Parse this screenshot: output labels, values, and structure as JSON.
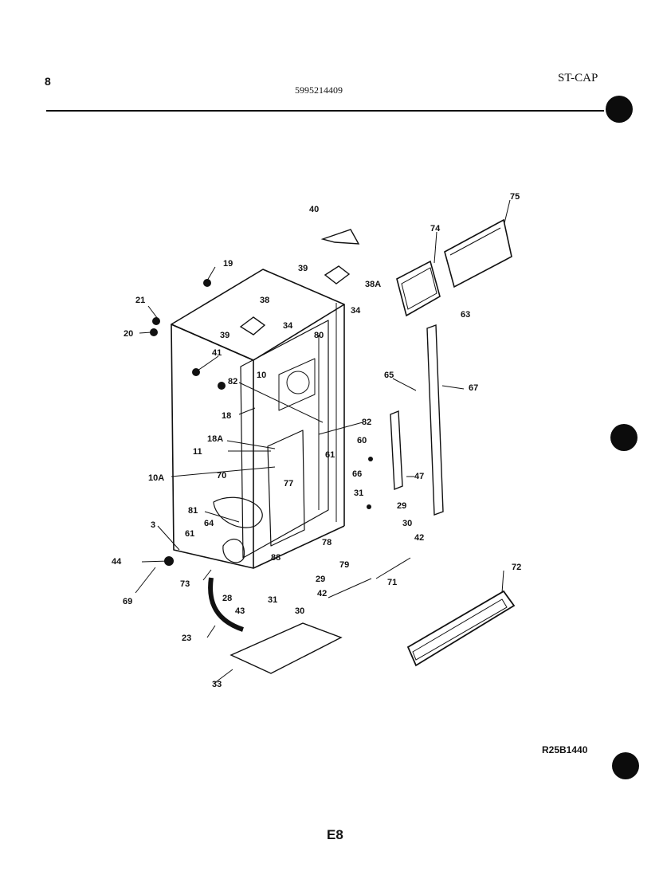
{
  "header": {
    "page_number": "8",
    "part_number": "5995214409",
    "model_code": "ST-CAP"
  },
  "footer": {
    "drawing_code": "R25B1440",
    "page_code": "E8"
  },
  "callouts": [
    "40",
    "75",
    "74",
    "19",
    "39",
    "38A",
    "21",
    "38",
    "34",
    "63",
    "20",
    "39",
    "34",
    "80",
    "41",
    "10",
    "82",
    "65",
    "67",
    "18",
    "82",
    "18A",
    "60",
    "11",
    "61",
    "77",
    "47",
    "10A",
    "70",
    "66",
    "31",
    "29",
    "81",
    "30",
    "3",
    "64",
    "42",
    "61",
    "78",
    "44",
    "88",
    "79",
    "71",
    "73",
    "29",
    "72",
    "69",
    "28",
    "31",
    "42",
    "43",
    "30",
    "23",
    "33"
  ]
}
